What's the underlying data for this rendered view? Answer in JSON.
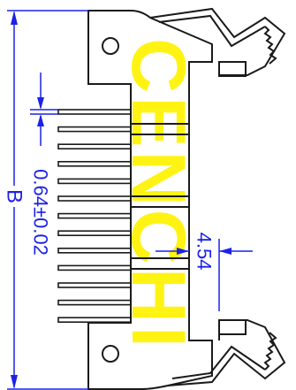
{
  "drawing": {
    "watermark": "CENCHI",
    "colors": {
      "outline": "#1a1a1a",
      "dimension": "#1c22e8",
      "watermark": "#fff200",
      "background": "#ffffff"
    },
    "dimensions": {
      "overall_label": "B",
      "pin_width_label": "0.64±0.02",
      "pin_height_label": "4.54"
    },
    "pin_count": 13
  }
}
